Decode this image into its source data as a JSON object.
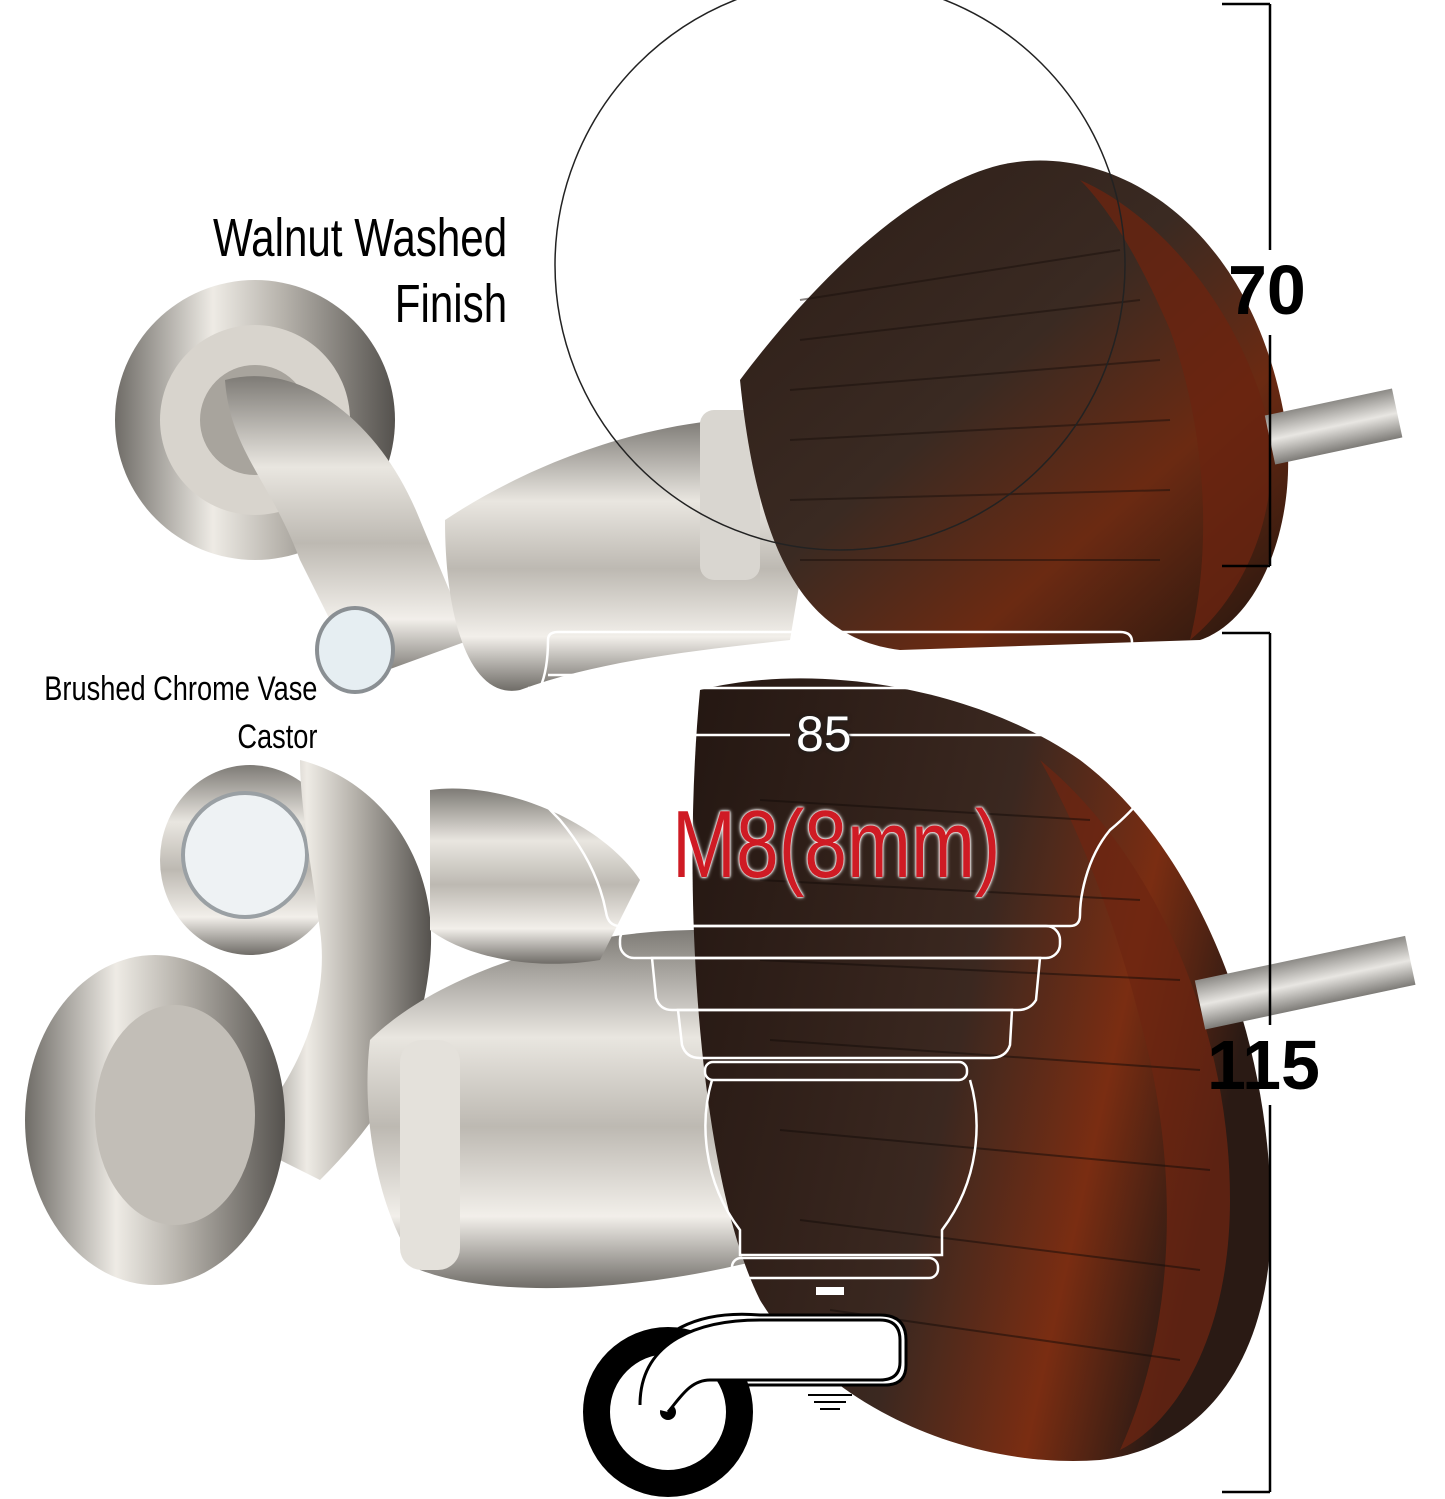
{
  "labels": {
    "finish_line1": "Walnut Washed",
    "finish_line2": "Finish",
    "castor_line1": "Brushed Chrome Vase",
    "castor_line2": "Castor"
  },
  "dimensions": {
    "height_top": "70",
    "height_full": "115",
    "width": "85",
    "thread": "M8(8mm)"
  },
  "colors": {
    "thread_text": "#cf1b24",
    "wood_dark": "#2a1a14",
    "wood_red": "#7a2a12",
    "chrome": "#c9c5bd"
  }
}
